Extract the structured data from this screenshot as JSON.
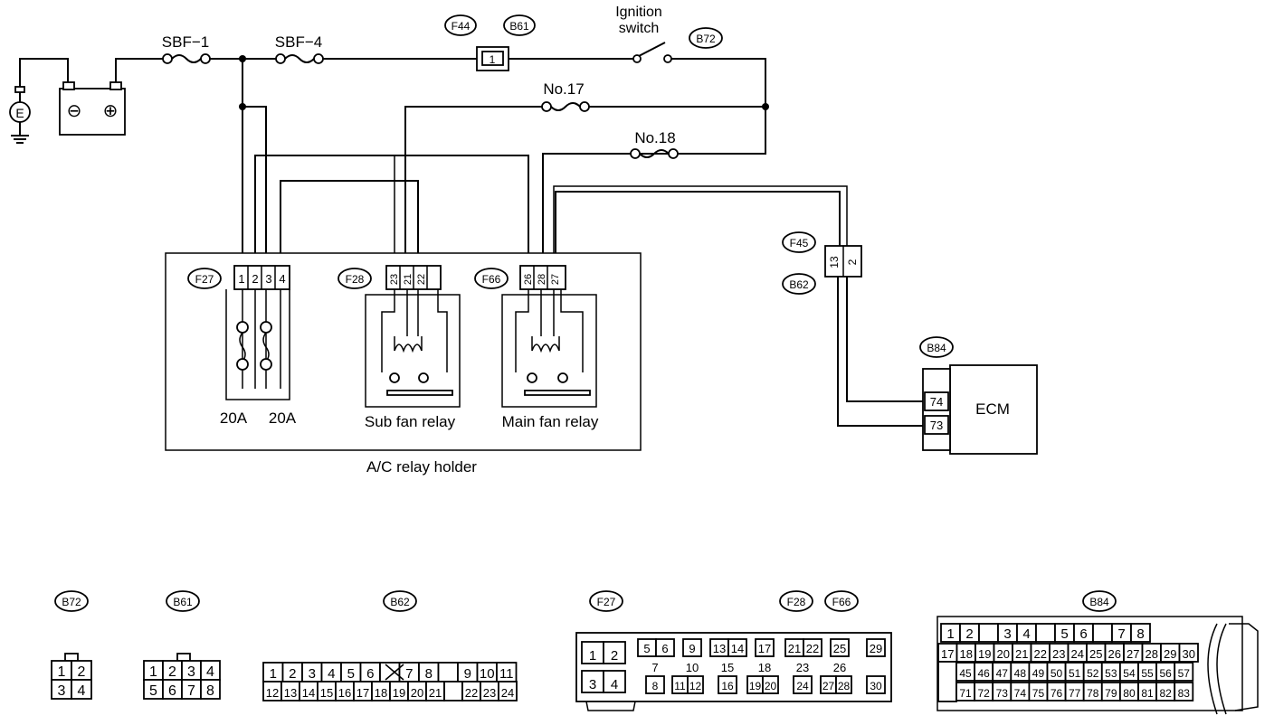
{
  "labels": {
    "sbf1": "SBF−1",
    "sbf4": "SBF−4",
    "ignition_line1": "Ignition",
    "ignition_line2": "switch",
    "no17": "No.17",
    "no18": "No.18",
    "fuse_20a_left": "20A",
    "fuse_20a_right": "20A",
    "sub_fan_relay": "Sub fan relay",
    "main_fan_relay": "Main fan relay",
    "relay_holder": "A/C relay holder",
    "ecm": "ECM",
    "ground": "E",
    "battery_minus": "⊖",
    "battery_plus": "⊕"
  },
  "connector_tags": {
    "f44": "F44",
    "b61": "B61",
    "b72": "B72",
    "f27": "F27",
    "f28": "F28",
    "f66": "F66",
    "f45": "F45",
    "b62": "B62",
    "b84": "B84"
  },
  "pins": {
    "b61_pin": "1",
    "f27": [
      "1",
      "2",
      "3",
      "4"
    ],
    "f28": [
      "23",
      "21",
      "22"
    ],
    "f66": [
      "26",
      "28",
      "27"
    ],
    "f45": [
      "13",
      "2"
    ],
    "ecm_74": "74",
    "ecm_73": "73"
  },
  "connector_faces": {
    "b72": {
      "tag": "B72",
      "rows": [
        [
          "1",
          "2"
        ],
        [
          "3",
          "4"
        ]
      ]
    },
    "b61": {
      "tag": "B61",
      "rows": [
        [
          "1",
          "2",
          "3",
          "4"
        ],
        [
          "5",
          "6",
          "7",
          "8"
        ]
      ]
    },
    "b62": {
      "tag": "B62",
      "rows": [
        [
          "1",
          "2",
          "3",
          "4",
          "5",
          "6",
          "",
          "7",
          "8",
          "",
          "9",
          "10",
          "11"
        ],
        [
          "12",
          "13",
          "14",
          "15",
          "16",
          "17",
          "18",
          "19",
          "20",
          "21",
          "",
          "22",
          "23",
          "24"
        ]
      ]
    },
    "f27": {
      "tag": "F27"
    },
    "f28": {
      "tag": "F28"
    },
    "f66": {
      "tag": "F66"
    },
    "b84": {
      "tag": "B84",
      "rows": [
        [
          "1",
          "2",
          "",
          "3",
          "4",
          "",
          "5",
          "6",
          "",
          "7",
          "8"
        ],
        [
          "17",
          "18",
          "19",
          "20",
          "21",
          "22",
          "23",
          "24",
          "25",
          "26",
          "27",
          "28",
          "29",
          "30"
        ],
        [
          "45",
          "46",
          "47",
          "48",
          "49",
          "50",
          "51",
          "52",
          "53",
          "54",
          "55",
          "56",
          "57"
        ],
        [
          "71",
          "72",
          "73",
          "74",
          "75",
          "76",
          "77",
          "78",
          "79",
          "80",
          "81",
          "82",
          "83"
        ]
      ]
    }
  },
  "relay_face": {
    "groups": [
      [
        "5",
        "6"
      ],
      [
        "9"
      ],
      [
        "13",
        "14"
      ],
      [
        "17"
      ],
      [
        "21",
        "22"
      ],
      [
        "25"
      ],
      [
        "29"
      ]
    ],
    "row2": [
      [
        "7"
      ],
      [
        "10"
      ],
      [
        "15"
      ],
      [
        "18"
      ],
      [
        "23"
      ],
      [
        "26"
      ]
    ],
    "row3": [
      [
        "8"
      ],
      [
        "11",
        "12"
      ],
      [
        "16"
      ],
      [
        "19",
        "20"
      ],
      [
        "24"
      ],
      [
        "27",
        "28"
      ],
      [
        "30"
      ]
    ],
    "left": [
      [
        "1",
        "2"
      ],
      [
        "3",
        "4"
      ]
    ]
  }
}
